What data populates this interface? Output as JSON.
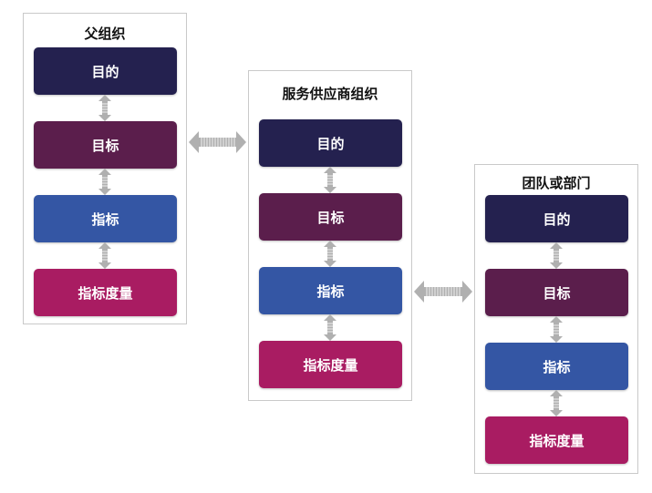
{
  "colors": {
    "objective": "#24214f",
    "goal": "#5b1e4c",
    "indicator": "#3456a4",
    "measure": "#a91c62",
    "connector": "#b0b0b0"
  },
  "panels": [
    {
      "title": "父组织",
      "boxes": [
        {
          "label": "目的"
        },
        {
          "label": "目标"
        },
        {
          "label": "指标"
        },
        {
          "label": "指标度量"
        }
      ]
    },
    {
      "title": "服务供应商组织",
      "boxes": [
        {
          "label": "目的"
        },
        {
          "label": "目标"
        },
        {
          "label": "指标"
        },
        {
          "label": "指标度量"
        }
      ]
    },
    {
      "title": "团队或部门",
      "boxes": [
        {
          "label": "目的"
        },
        {
          "label": "目标"
        },
        {
          "label": "指标"
        },
        {
          "label": "指标度量"
        }
      ]
    }
  ]
}
